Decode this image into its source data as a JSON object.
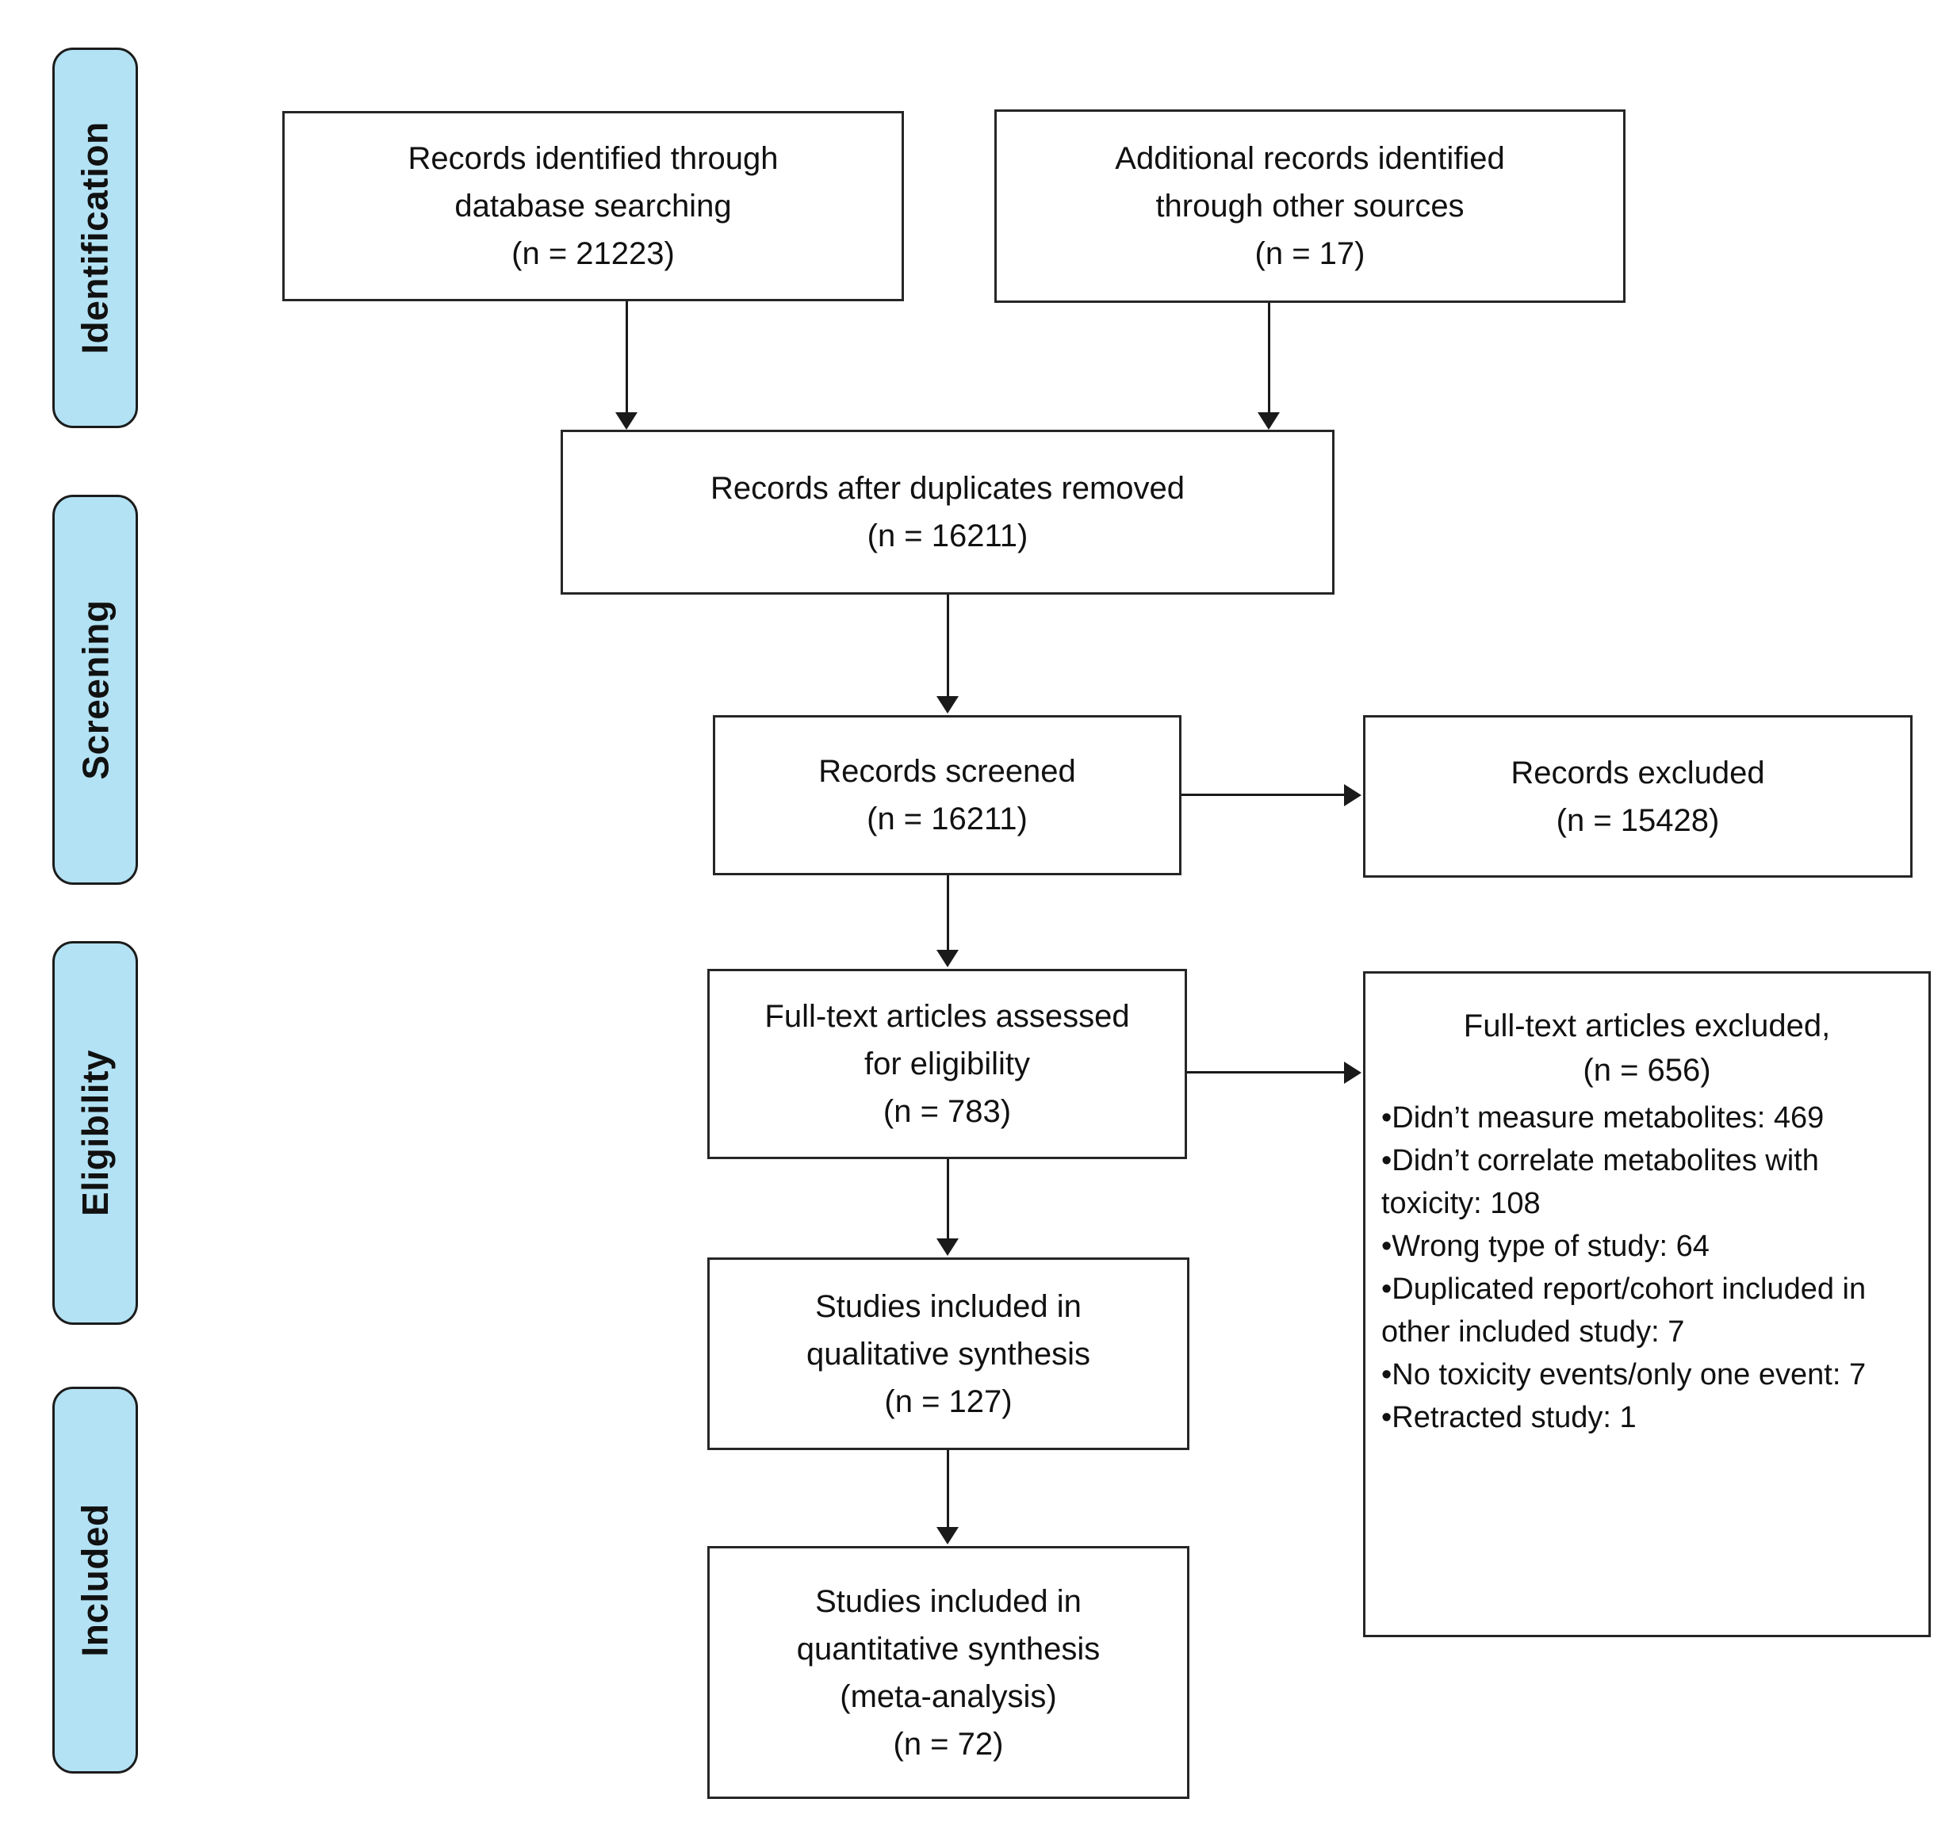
{
  "palette": {
    "stage_fill": "#b3e2f4",
    "stage_border": "#1c1c1c",
    "box_border": "#262626",
    "arrow": "#1a1a1a",
    "background": "#ffffff"
  },
  "stages": [
    {
      "label": "Identification"
    },
    {
      "label": "Screening"
    },
    {
      "label": "Eligibility"
    },
    {
      "label": "Included"
    }
  ],
  "boxes": {
    "identified": {
      "text": "Records identified through\ndatabase searching\n(n = 21223)"
    },
    "additional": {
      "text": "Additional records identified\nthrough other sources\n(n = 17)"
    },
    "deduplicated": {
      "text": "Records after duplicates removed\n(n = 16211)"
    },
    "screened": {
      "text": "Records screened\n(n = 16211)"
    },
    "excluded": {
      "text": "Records excluded\n(n = 15428)"
    },
    "fulltext_assessed": {
      "text": "Full-text articles assessed\nfor eligibility\n(n = 783)"
    },
    "fulltext_excluded": {
      "title": "Full-text articles excluded,",
      "count": "(n = 656)",
      "reasons": [
        "•Didn’t measure metabolites: 469",
        "•Didn’t correlate metabolites with toxicity: 108",
        "•Wrong type of study: 64",
        "•Duplicated report/cohort included in other included study: 7",
        "•No toxicity events/only one event: 7",
        "•Retracted study: 1"
      ]
    },
    "qualitative": {
      "text": "Studies included in\nqualitative synthesis\n(n = 127)"
    },
    "quantitative": {
      "text": "Studies included in\nquantitative synthesis\n(meta-analysis)\n(n = 72)"
    }
  }
}
